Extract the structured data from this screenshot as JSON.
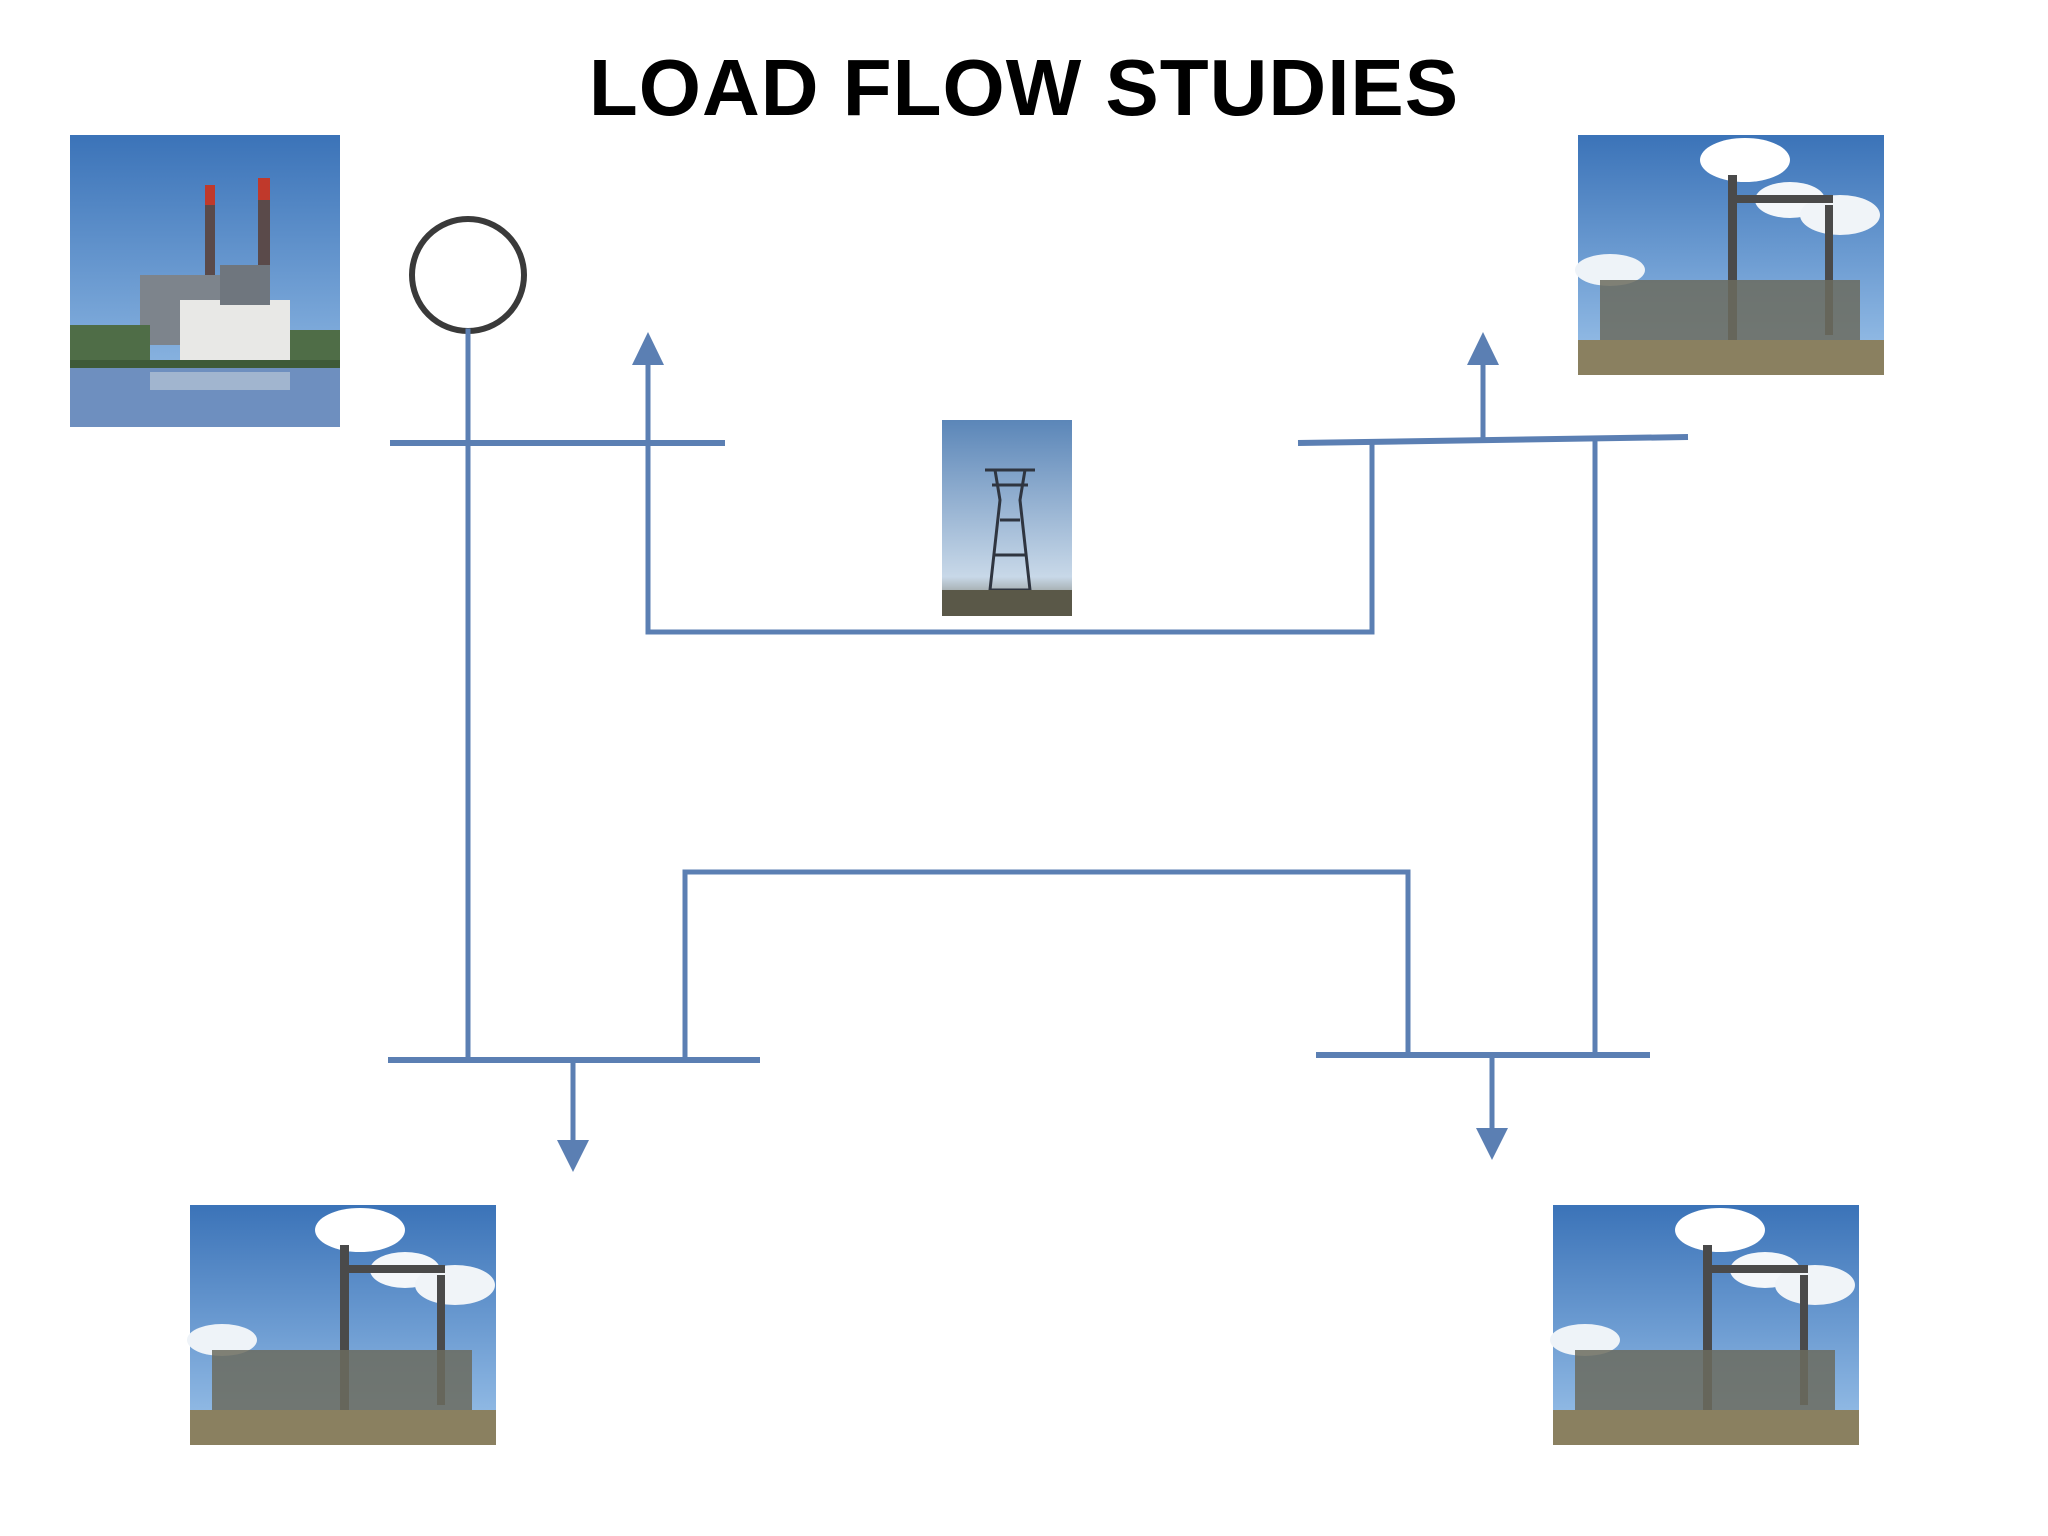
{
  "title": "LOAD FLOW STUDIES",
  "colors": {
    "line": "#5b7fb3",
    "sky": "#4f86c6",
    "ground": "#7a7a5a",
    "structure": "#4a4a4a"
  },
  "icons": {
    "generator": "generator-circle-icon",
    "load": "load-arrow-icon",
    "power_plant": "power-plant-photo",
    "substation": "substation-photo",
    "transmission_tower": "transmission-tower-photo"
  }
}
